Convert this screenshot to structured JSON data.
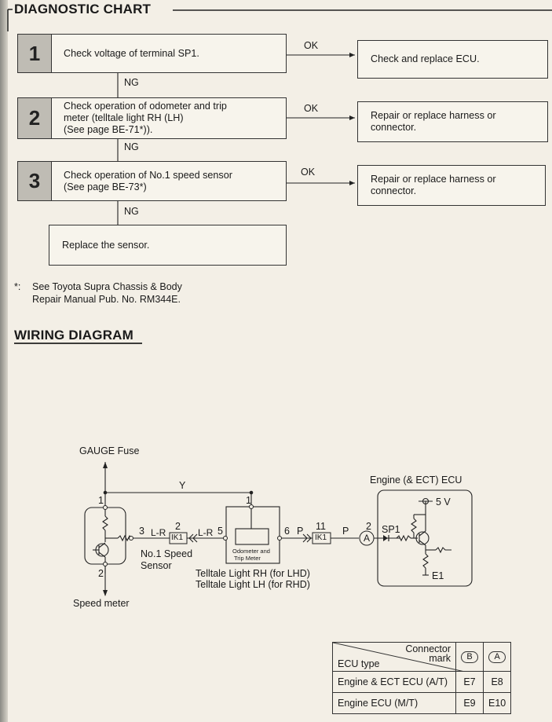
{
  "diagnostic_chart": {
    "title": "DIAGNOSTIC CHART",
    "steps": [
      {
        "number": "1",
        "text": "Check voltage of terminal SP1.",
        "ok_label": "OK",
        "ok_action": "Check and replace ECU.",
        "ng_label": "NG"
      },
      {
        "number": "2",
        "text": "Check operation of odometer and trip\nmeter (telltale light RH (LH)\n(See page BE-71*)).",
        "ok_label": "OK",
        "ok_action": "Repair or replace harness or\nconnector.",
        "ng_label": "NG"
      },
      {
        "number": "3",
        "text": "Check operation of No.1 speed sensor\n(See page BE-73*)",
        "ok_label": "OK",
        "ok_action": "Repair or replace harness or\nconnector.",
        "ng_label": "NG"
      }
    ],
    "final_action": "Replace the sensor.",
    "footnote_mark": "*:",
    "footnote_line1": "See Toyota Supra Chassis & Body",
    "footnote_line2": "Repair Manual Pub. No. RM344E."
  },
  "wiring_diagram": {
    "title": "WIRING DIAGRAM",
    "labels": {
      "gauge_fuse": "GAUGE Fuse",
      "y_wire": "Y",
      "pin1_left": "1",
      "pin1_mid": "1",
      "pin3": "3",
      "lr1": "L-R",
      "conn2_num": "2",
      "conn2_name": "IK1",
      "lr2": "L-R",
      "pin5": "5",
      "pin6": "6",
      "p1": "P",
      "conn11_num": "11",
      "conn11_name": "IK1",
      "p2": "P",
      "connA_num": "2",
      "connA_name": "A",
      "sp1": "SP1",
      "five_v": "5 V",
      "e1": "E1",
      "ecu_title": "Engine (& ECT) ECU",
      "sensor_name1": "No.1 Speed",
      "sensor_name2": "Sensor",
      "pin2": "2",
      "speed_meter": "Speed meter",
      "odo_line1": "Odometer and",
      "odo_line2": "Trip Meter",
      "telltale1": "Telltale Light RH (for LHD)",
      "telltale2": "Telltale Light LH (for RHD)"
    }
  },
  "ecu_table": {
    "connector_mark": "Connector\nmark",
    "ecu_type": "ECU type",
    "col_b": "B",
    "col_a": "A",
    "rows": [
      {
        "type": "Engine & ECT ECU (A/T)",
        "b": "E7",
        "a": "E8"
      },
      {
        "type": "Engine ECU (M/T)",
        "b": "E9",
        "a": "E10"
      }
    ]
  }
}
